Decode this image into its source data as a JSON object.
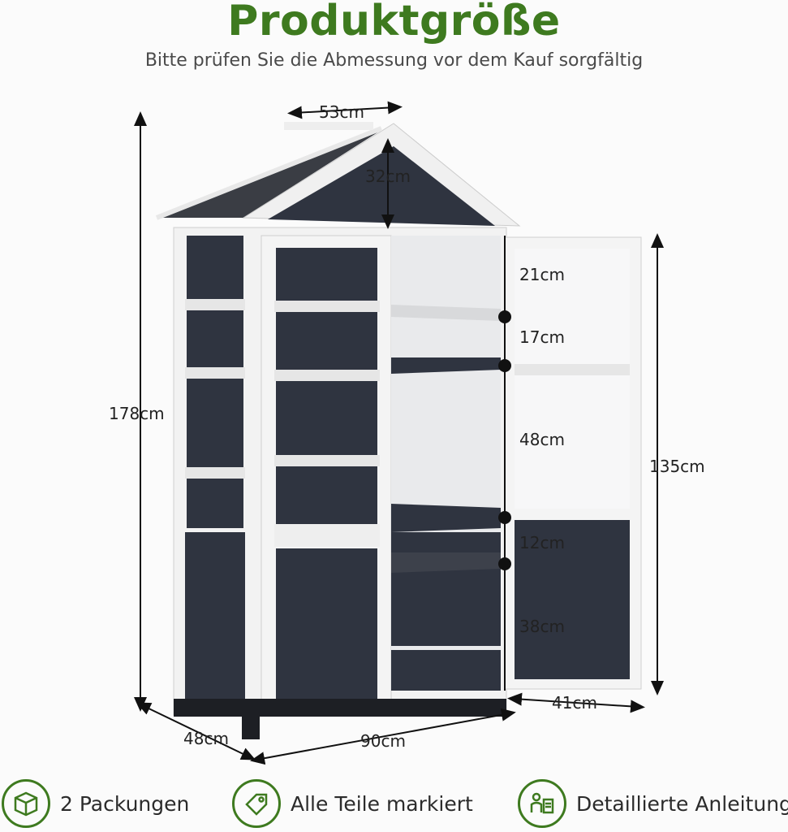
{
  "header": {
    "title": "Produktgröße",
    "subtitle": "Bitte prüfen Sie die Abmessung vor dem Kauf sorgfältig"
  },
  "dimensions": {
    "roof_width": "53cm",
    "roof_height": "32cm",
    "total_height": "178cm",
    "shelf_gap_1": "21cm",
    "shelf_gap_2": "17cm",
    "shelf_gap_3": "48cm",
    "shelf_gap_4": "12cm",
    "shelf_gap_5": "38cm",
    "door_height": "135cm",
    "door_width": "41cm",
    "depth": "48cm",
    "width": "90cm"
  },
  "features": [
    {
      "icon": "package-icon",
      "label": "2 Packungen"
    },
    {
      "icon": "tag-icon",
      "label": "Alle Teile markiert"
    },
    {
      "icon": "assembly-instruction-icon",
      "label": "Detaillierte Anleitung"
    }
  ],
  "colors": {
    "accent_green": "#3e7a1f",
    "cabinet_dark": "#2f3440",
    "frame_white": "#f2f2f2"
  }
}
